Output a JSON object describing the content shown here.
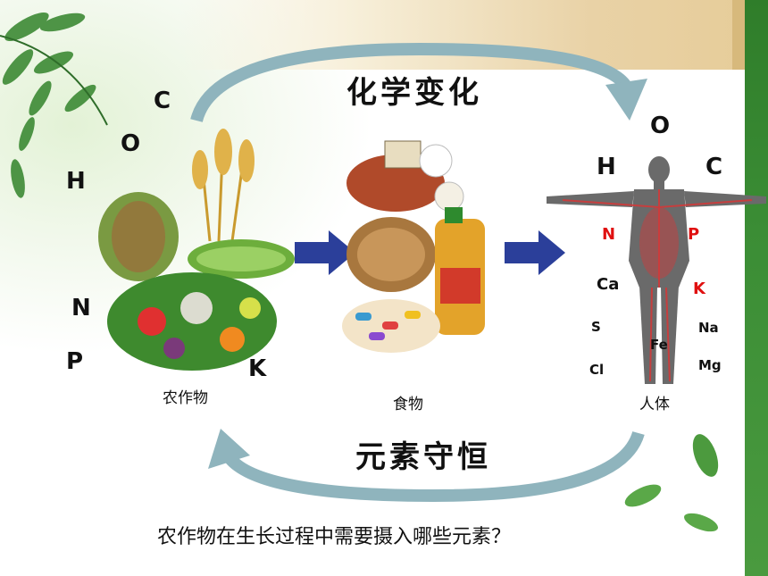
{
  "slide": {
    "top_label": "化学变化",
    "bottom_label": "元素守恒",
    "question": "农作物在生长过程中需要摄入哪些元素？"
  },
  "crops": {
    "caption": "农作物",
    "letters": [
      "C",
      "O",
      "H",
      "N",
      "P",
      "K"
    ]
  },
  "food": {
    "caption": "食物"
  },
  "human": {
    "caption": "人体",
    "elements": {
      "o": "O",
      "h": "H",
      "c": "C",
      "n": "N",
      "p": "P",
      "ca": "Ca",
      "k": "K",
      "s": "S",
      "na": "Na",
      "fe": "Fe",
      "cl": "Cl",
      "mg": "Mg"
    }
  },
  "colors": {
    "arrow_gray": "#8fb4bd",
    "arrow_blue": "#2b3f9a",
    "accent_red": "#e01010",
    "leaf_green": "#2f7d2a"
  }
}
